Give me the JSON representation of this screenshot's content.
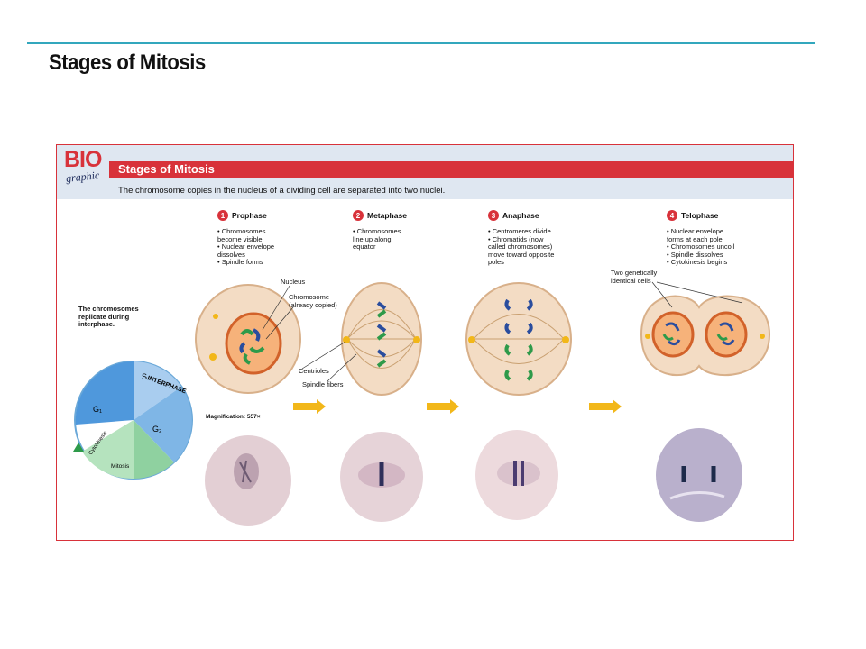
{
  "slide": {
    "title": "Stages of Mitosis"
  },
  "figure": {
    "logo": {
      "bio": "BIO",
      "graphic": "graphic"
    },
    "band_title": "Stages of Mitosis",
    "subtitle": "The chromosome copies in the nucleus of a dividing cell are separated into two nuclei.",
    "cycle": {
      "caption": "The chromosomes replicate during interphase.",
      "interphase": "INTERPHASE",
      "g1": "G₁",
      "s": "S",
      "g2": "G₂",
      "cytokinesis": "Cytokinesis",
      "mitosis": "Mitosis"
    },
    "stages": [
      {
        "num": "1",
        "name": "Prophase",
        "bullets": [
          "• Chromosomes",
          "  become visible",
          "• Nuclear envelope",
          "  dissolves",
          "• Spindle forms"
        ]
      },
      {
        "num": "2",
        "name": "Metaphase",
        "bullets": [
          "• Chromosomes",
          "  line up along",
          "  equator"
        ]
      },
      {
        "num": "3",
        "name": "Anaphase",
        "bullets": [
          "• Centromeres divide",
          "• Chromatids (now",
          "  called chromosomes)",
          "  move toward opposite",
          "  poles"
        ]
      },
      {
        "num": "4",
        "name": "Telophase",
        "bullets": [
          "• Nuclear envelope",
          "  forms at each pole",
          "• Chromosomes uncoil",
          "• Spindle dissolves",
          "• Cytokinesis begins"
        ]
      }
    ],
    "labels": {
      "nucleus": "Nucleus",
      "chromosome_1": "Chromosome",
      "chromosome_2": "(already copied)",
      "centrioles": "Centrioles",
      "spindle": "Spindle fibers",
      "two_cells_1": "Two genetically",
      "two_cells_2": "identical cells",
      "magnification": "Magnification: 557×"
    },
    "colors": {
      "accent": "#d8323a",
      "arrow": "#f2b719",
      "chromosome_blue": "#2a4d9e",
      "chromosome_green": "#2e9a4a"
    }
  }
}
